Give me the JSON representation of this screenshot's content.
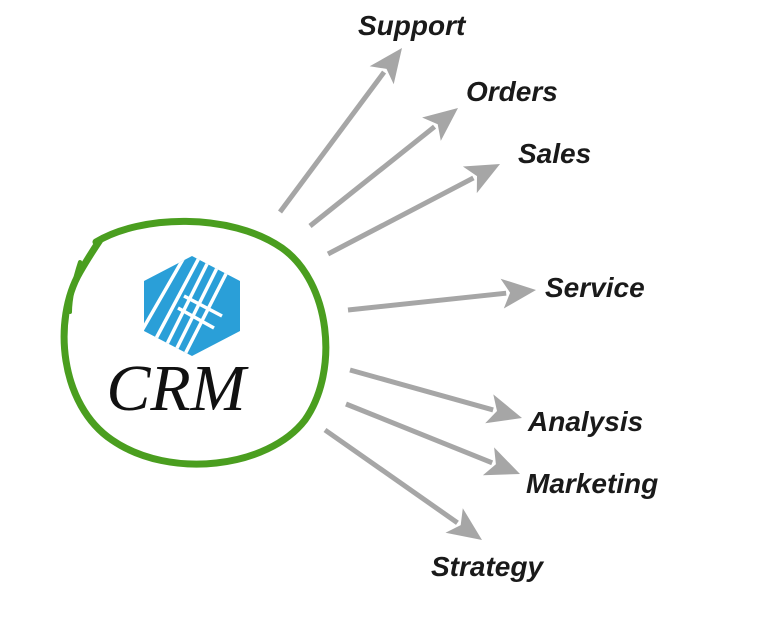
{
  "center": {
    "title": "CRM",
    "logo_icon": "hexagon-logo-icon"
  },
  "branches": [
    {
      "label": "Support"
    },
    {
      "label": "Orders"
    },
    {
      "label": "Sales"
    },
    {
      "label": "Service"
    },
    {
      "label": "Analysis"
    },
    {
      "label": "Marketing"
    },
    {
      "label": "Strategy"
    }
  ],
  "colors": {
    "circle": "#4a9e1f",
    "arrow": "#a6a6a6",
    "logo": "#2a9fd8",
    "text": "#1a1a1a"
  }
}
